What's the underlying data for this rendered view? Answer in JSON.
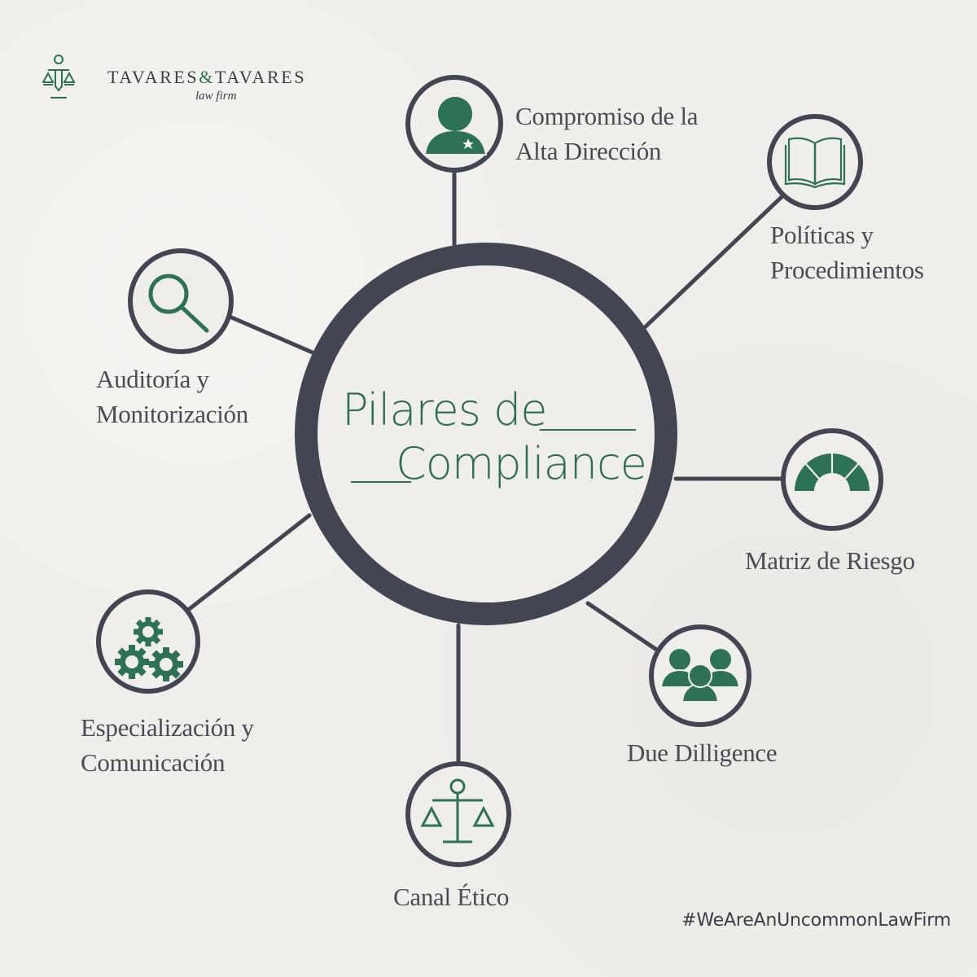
{
  "brand": {
    "name_left": "TAVARES",
    "ampersand": "&",
    "name_right": "TAVARES",
    "subtitle": "law firm"
  },
  "center": {
    "title_line1": "Pilares de",
    "title_line2": "Compliance"
  },
  "pillars": [
    {
      "id": "compromiso",
      "line1": "Compromiso de la",
      "line2": "Alta Dirección",
      "icon": "person-star-icon"
    },
    {
      "id": "politicas",
      "line1": "Políticas y",
      "line2": "Procedimientos",
      "icon": "open-book-icon"
    },
    {
      "id": "matriz",
      "line1": "Matriz de Riesgo",
      "line2": "",
      "icon": "gauge-icon"
    },
    {
      "id": "due",
      "line1": "Due Dilligence",
      "line2": "",
      "icon": "group-people-icon"
    },
    {
      "id": "canal",
      "line1": "Canal Ético",
      "line2": "",
      "icon": "scales-icon"
    },
    {
      "id": "especializacion",
      "line1": "Especialización y",
      "line2": "Comunicación",
      "icon": "gears-icon"
    },
    {
      "id": "auditoria",
      "line1": "Auditoría y",
      "line2": "Monitorización",
      "icon": "magnifier-icon"
    }
  ],
  "footer": {
    "hashtag": "#WeAreAnUncommonLawFirm"
  },
  "colors": {
    "background": "#efeeea",
    "ring": "#444552",
    "accent_green": "#2e7256",
    "text": "#4a4b55"
  }
}
